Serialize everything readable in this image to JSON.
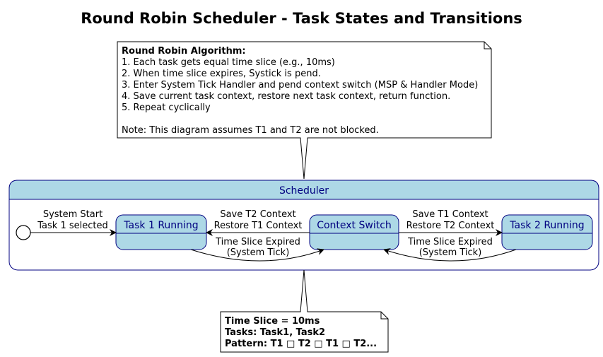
{
  "title": "Round Robin Scheduler - Task States and Transitions",
  "top_note": {
    "heading": "Round Robin Algorithm:",
    "lines": [
      "1. Each task gets equal time slice (e.g., 10ms)",
      "2. When time slice expires, Systick is pend.",
      "3. Enter System Tick Handler and pend context switch (MSP & Handler Mode)",
      "4. Save current task context, restore next task context, return function.",
      "5. Repeat cyclically"
    ],
    "footer": "Note: This diagram assumes T1 and T2 are not blocked."
  },
  "composite": {
    "label": "Scheduler"
  },
  "states": {
    "task1": "Task 1 Running",
    "context_switch": "Context Switch",
    "task2": "Task 2 Running"
  },
  "transitions": {
    "start": [
      "System Start",
      "Task 1 selected"
    ],
    "cs_to_t1": [
      "Save T2 Context",
      "Restore T1 Context"
    ],
    "t1_to_cs": [
      "Time Slice Expired",
      "(System Tick)"
    ],
    "cs_to_t2": [
      "Save T1 Context",
      "Restore T2 Context"
    ],
    "t2_to_cs": [
      "Time Slice Expired",
      "(System Tick)"
    ]
  },
  "bottom_note": {
    "lines": [
      "Time Slice = 10ms",
      "Tasks: Task1, Task2",
      "Pattern: T1 □ T2 □ T1 □ T2..."
    ]
  },
  "colors": {
    "state_fill": "#add8e6",
    "border": "#000080",
    "text_state": "#000080"
  }
}
